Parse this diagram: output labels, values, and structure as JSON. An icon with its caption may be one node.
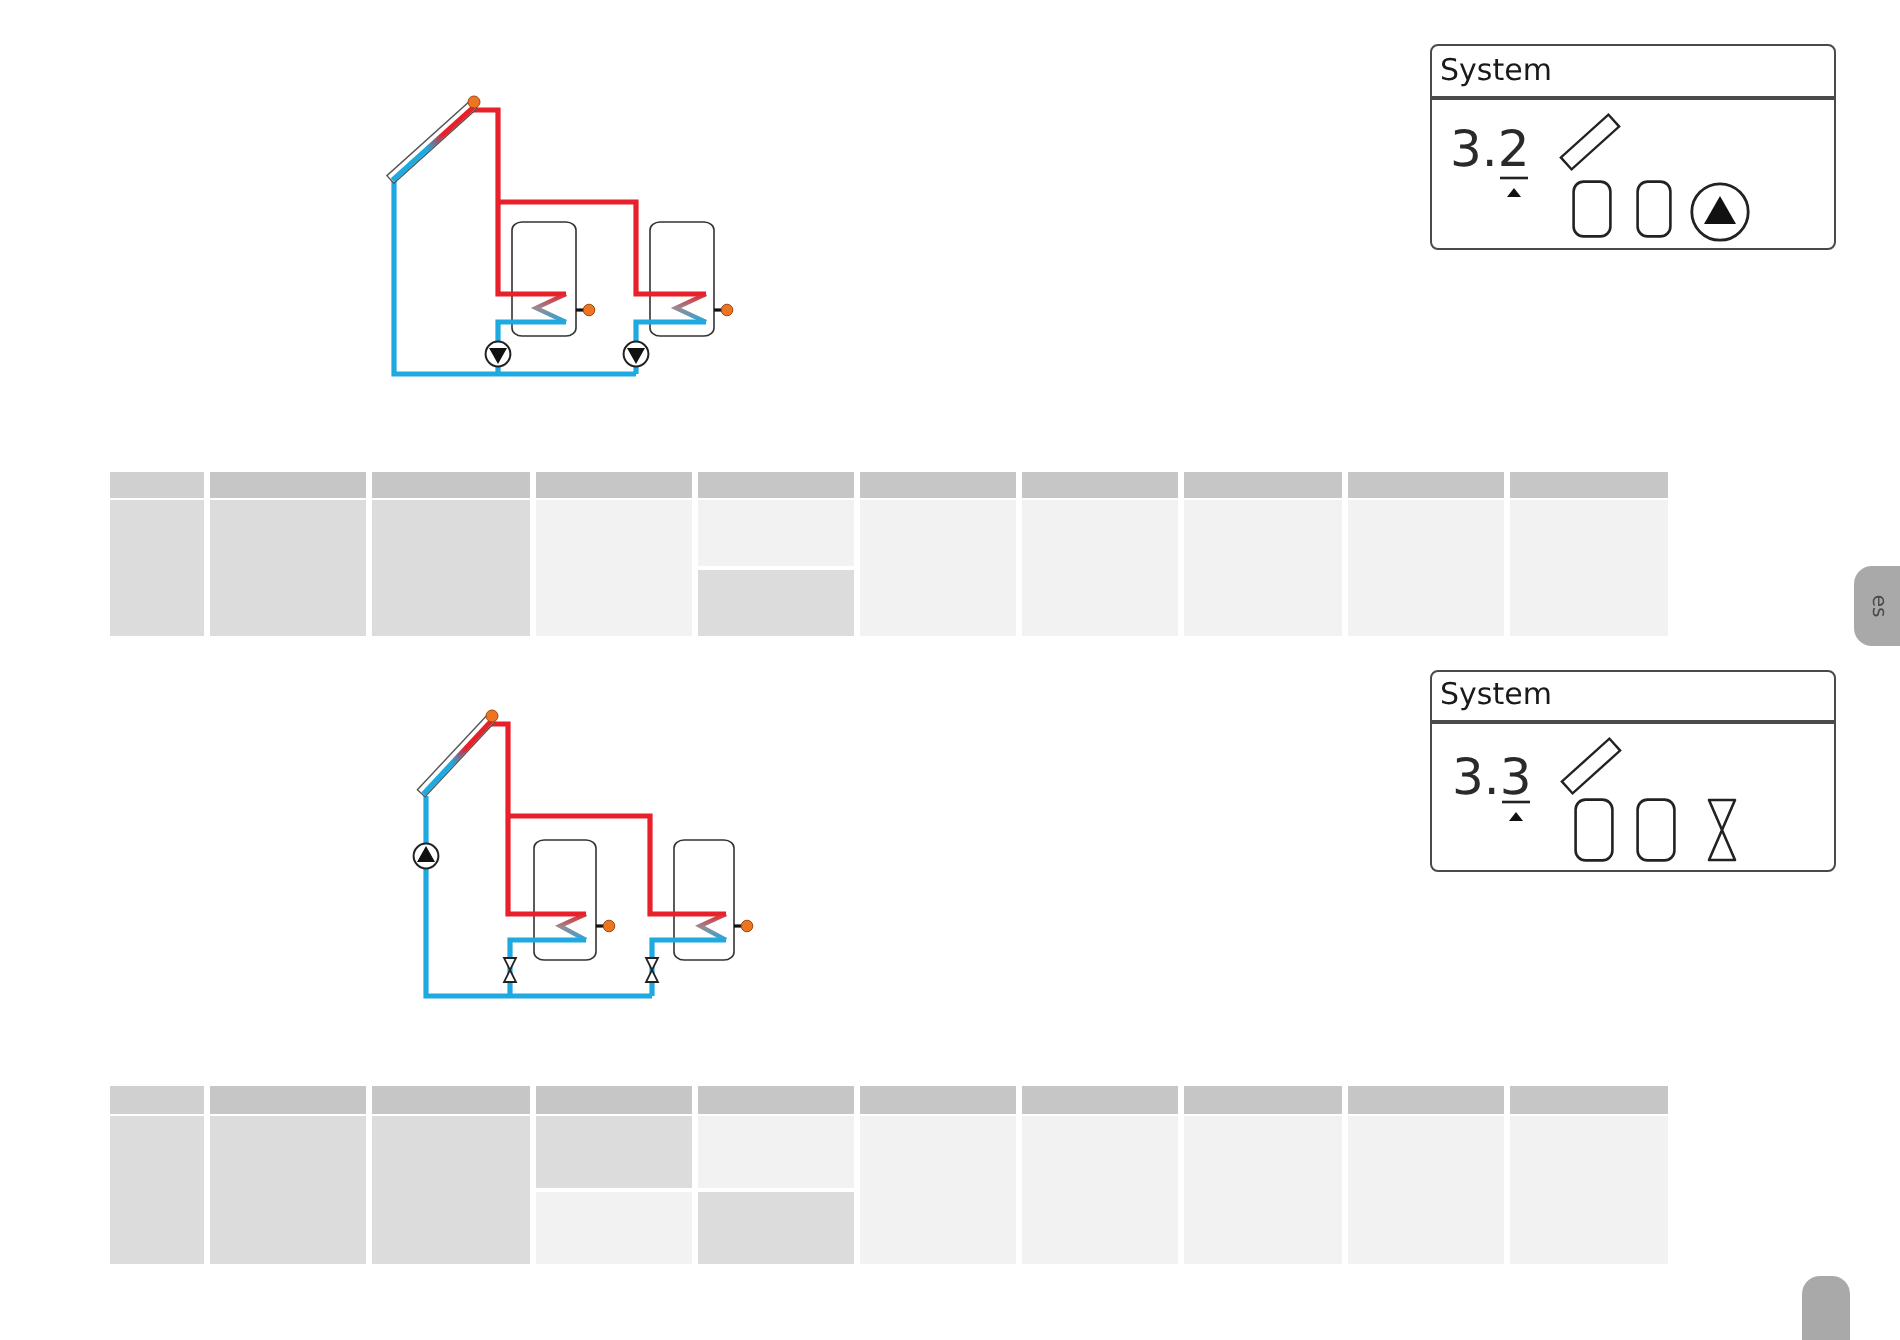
{
  "diagram": {
    "nodes": [
      {
        "text": [
          "System",
          "3.2"
        ]
      },
      {
        "text": [
          "es"
        ]
      },
      {
        "text": [
          "System",
          "3.3"
        ]
      }
    ]
  }
}
